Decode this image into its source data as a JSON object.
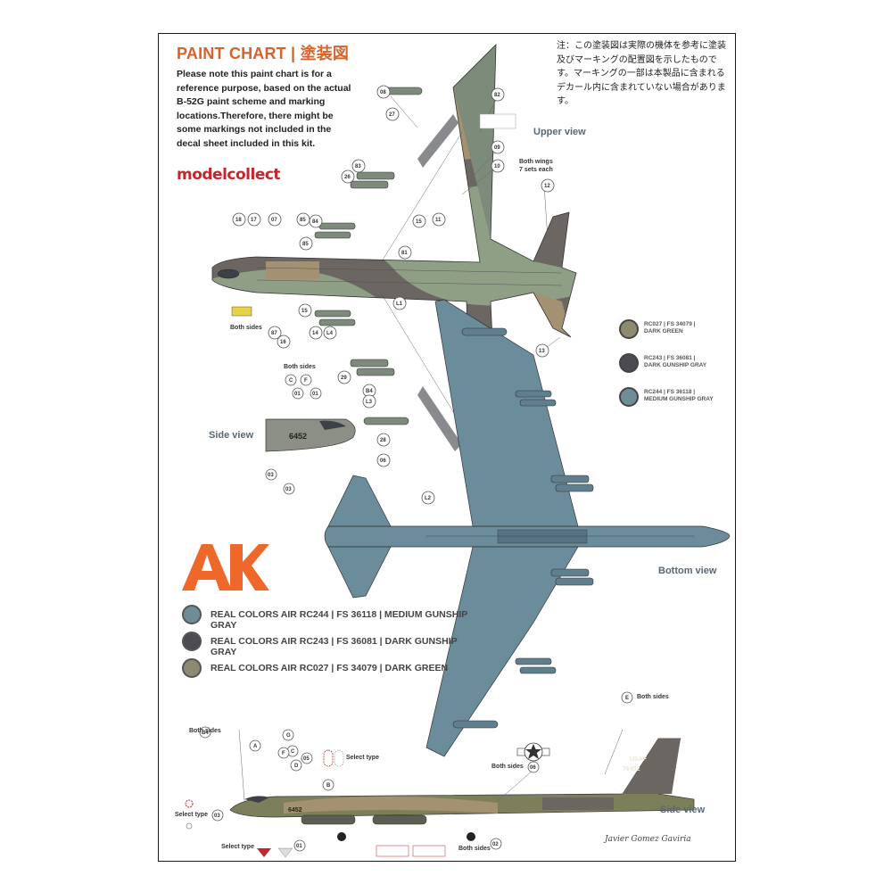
{
  "header": {
    "title": "PAINT CHART | 塗装図",
    "note_en": "Please note this paint chart is for a reference purpose, based on the actual B-52G paint scheme and marking locations.Therefore, there might be some markings not included in the decal sheet included in this kit.",
    "note_jp": "注：この塗装図は実際の機体を参考に塗装及びマーキングの配置図を示したものです。マーキングの一部は本製品に含まれるデカール内に含まれていない場合があります。",
    "brand": "modelcollect"
  },
  "views": {
    "upper": "Upper view",
    "bottom": "Bottom view",
    "side_left": "Side view",
    "side_bottom": "Side view"
  },
  "labels": {
    "both_sides_1": "Both sides",
    "both_sides_2": "Both sides",
    "both_sides_3": "Both sides",
    "both_sides_4": "Both sides",
    "both_sides_5": "Both sides",
    "both_sides_6": "Both sides",
    "both_wings": "Both wings",
    "seven_sets": "7 sets each",
    "select_type_1": "Select type",
    "select_type_2": "Select type",
    "select_type_3": "Select type",
    "tail_usaf": "USAF",
    "tail_number": "76452",
    "nose_number": "6452",
    "side_number": "6452",
    "signature": "Javier Gomez Gaviria"
  },
  "callouts": {
    "upper": [
      "08",
      "82",
      "27",
      "09",
      "10",
      "83",
      "26",
      "12",
      "18",
      "17",
      "07",
      "85",
      "84",
      "15",
      "11",
      "85",
      "81",
      "L1",
      "15",
      "87",
      "14",
      "L4",
      "16",
      "13",
      "29",
      "B4",
      "L3",
      "28",
      "06",
      "L2"
    ],
    "nose": [
      "C",
      "F",
      "01",
      "01",
      "03",
      "03"
    ],
    "bottom_side": [
      "B4",
      "A",
      "G",
      "C",
      "F",
      "D",
      "05",
      "B",
      "03",
      "01",
      "02",
      "06",
      "E"
    ]
  },
  "logo": {
    "ak": "AK"
  },
  "legend": [
    {
      "text": "REAL COLORS AIR RC244 | FS 36118 | MEDIUM GUNSHIP GRAY",
      "color": "#6f8d98"
    },
    {
      "text": "REAL COLORS AIR RC243 | FS 36081 | DARK GUNSHIP GRAY",
      "color": "#4c4b50"
    },
    {
      "text": "REAL COLORS AIR RC027 | FS 34079 | DARK GREEN",
      "color": "#8e8a72"
    }
  ],
  "color_callouts": [
    {
      "line1": "RC027 | FS 34079 |",
      "line2": "DARK GREEN",
      "color": "#8e8a72"
    },
    {
      "line1": "RC243 | FS 36081 |",
      "line2": "DARK GUNSHIP GRAY",
      "color": "#4c4b50"
    },
    {
      "line1": "RC244 | FS 36118 |",
      "line2": "MEDIUM GUNSHIP GRAY",
      "color": "#6f8d98"
    }
  ],
  "colors": {
    "accent": "#d7632a",
    "brand_red": "#c3262d",
    "ak_orange": "#f0672a",
    "gunship_gray": "#6f8d98",
    "dark_gray": "#4c4b50",
    "tan": "#a99a76",
    "green": "#7d7f5a"
  }
}
